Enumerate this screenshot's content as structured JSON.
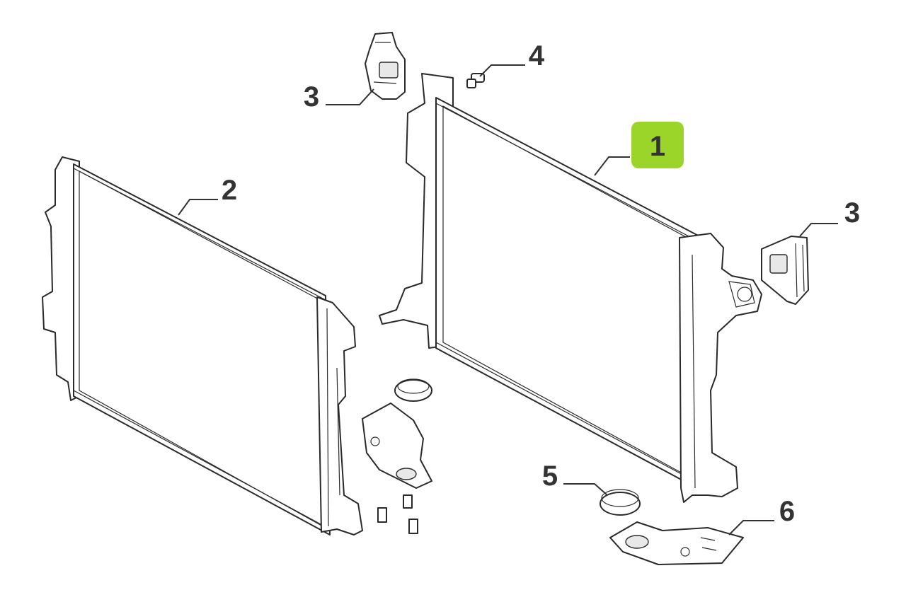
{
  "callouts": [
    {
      "id": "1",
      "label": "1",
      "highlighted": true
    },
    {
      "id": "2",
      "label": "2",
      "highlighted": false
    },
    {
      "id": "3a",
      "label": "3",
      "highlighted": false
    },
    {
      "id": "3b",
      "label": "3",
      "highlighted": false
    },
    {
      "id": "4",
      "label": "4",
      "highlighted": false
    },
    {
      "id": "5",
      "label": "5",
      "highlighted": false
    },
    {
      "id": "6",
      "label": "6",
      "highlighted": false
    }
  ],
  "colors": {
    "highlight": "#9bd52a",
    "line": "#2a2a2a",
    "text": "#333333",
    "background": "#ffffff"
  }
}
